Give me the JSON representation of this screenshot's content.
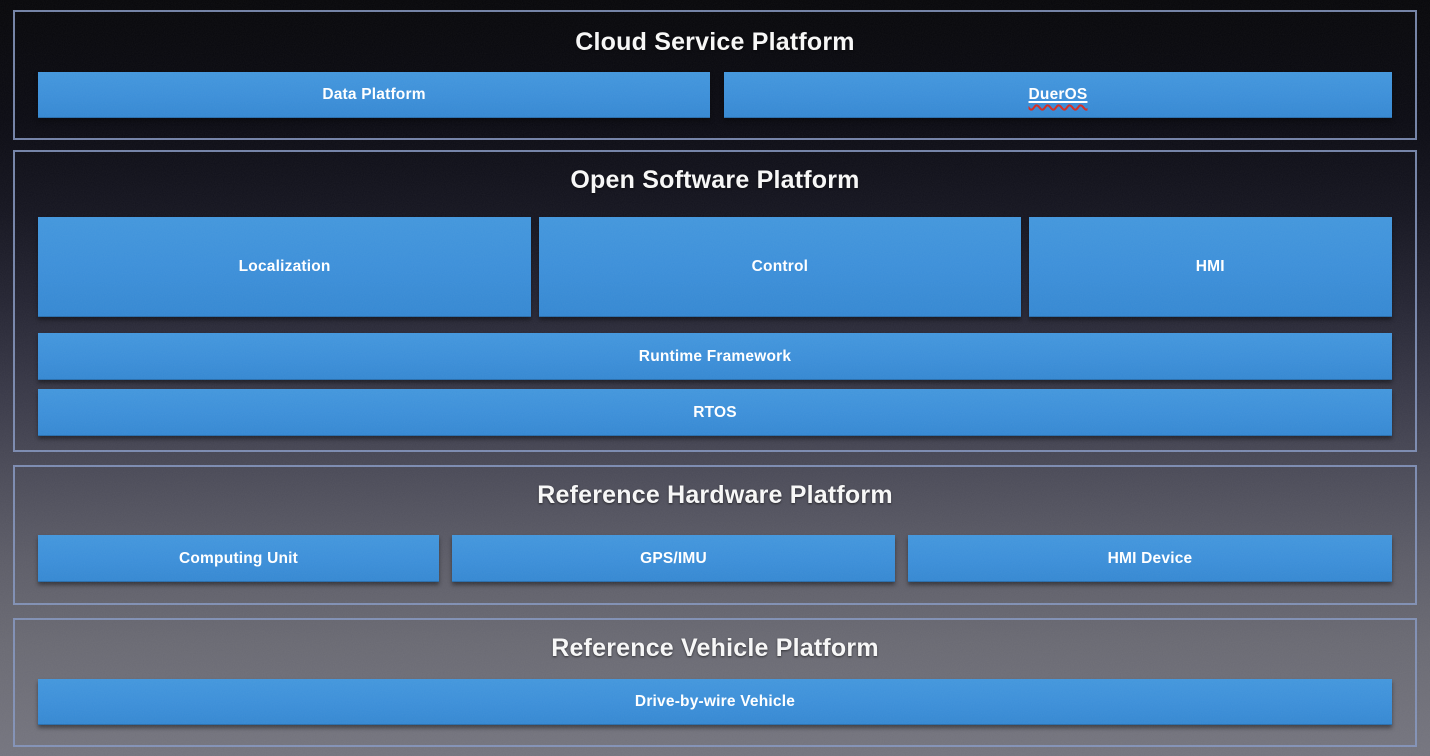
{
  "page": {
    "type": "architecture-diagram",
    "accent_blue": "#3b8ed8",
    "panel_border_color": "#8596c0",
    "background_top": "#060609",
    "background_bottom": "#74747e"
  },
  "sections": [
    {
      "title": "Cloud Service Platform",
      "boxes": [
        {
          "label": "Data Platform"
        },
        {
          "label": "DuerOS",
          "spellcheck_underline": true
        }
      ]
    },
    {
      "title": "Open Software Platform",
      "boxes": [
        {
          "label": "Localization"
        },
        {
          "label": "Control"
        },
        {
          "label": "HMI"
        },
        {
          "label": "Runtime Framework"
        },
        {
          "label": "RTOS"
        }
      ]
    },
    {
      "title": "Reference Hardware Platform",
      "boxes": [
        {
          "label": "Computing Unit"
        },
        {
          "label": "GPS/IMU"
        },
        {
          "label": "HMI Device"
        }
      ]
    },
    {
      "title": "Reference Vehicle Platform",
      "boxes": [
        {
          "label": "Drive-by-wire Vehicle"
        }
      ]
    }
  ]
}
